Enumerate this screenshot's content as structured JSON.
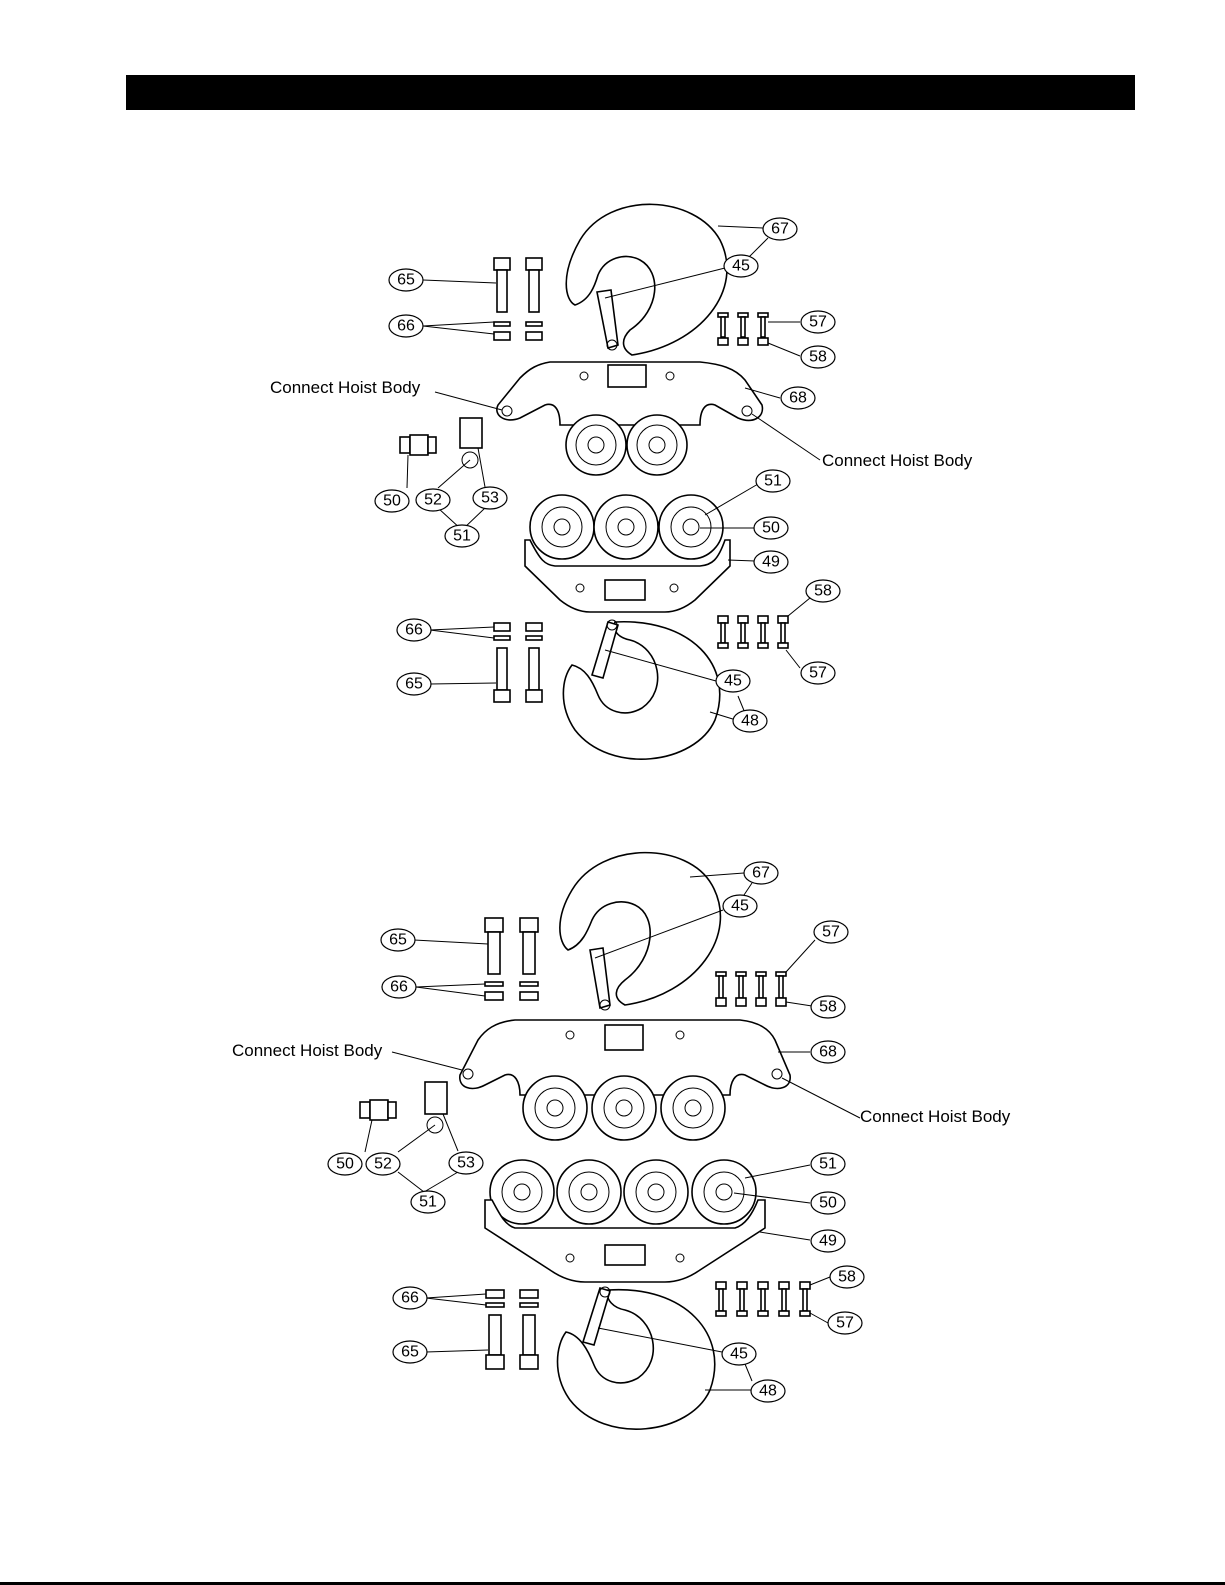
{
  "header_bar": "",
  "diagrams": [
    {
      "callouts": {
        "c67": "67",
        "c45a": "45",
        "c65a": "65",
        "c66a": "66",
        "c57a": "57",
        "c58a": "58",
        "c68": "68",
        "c50a": "50",
        "c52": "52",
        "c53": "53",
        "c51a": "51",
        "c51b": "51",
        "c50b": "50",
        "c49": "49",
        "c58b": "58",
        "c66b": "66",
        "c65b": "65",
        "c57b": "57",
        "c45b": "45",
        "c48": "48"
      },
      "connect_left": "Connect Hoist Body",
      "connect_right": "Connect Hoist Body"
    },
    {
      "callouts": {
        "c67": "67",
        "c45a": "45",
        "c65a": "65",
        "c66a": "66",
        "c57a": "57",
        "c58a": "58",
        "c68": "68",
        "c50a": "50",
        "c52": "52",
        "c53": "53",
        "c51a": "51",
        "c51b": "51",
        "c50b": "50",
        "c49": "49",
        "c58b": "58",
        "c66b": "66",
        "c65b": "65",
        "c57b": "57",
        "c45b": "45",
        "c48": "48"
      },
      "connect_left": "Connect Hoist Body",
      "connect_right": "Connect Hoist Body"
    }
  ]
}
